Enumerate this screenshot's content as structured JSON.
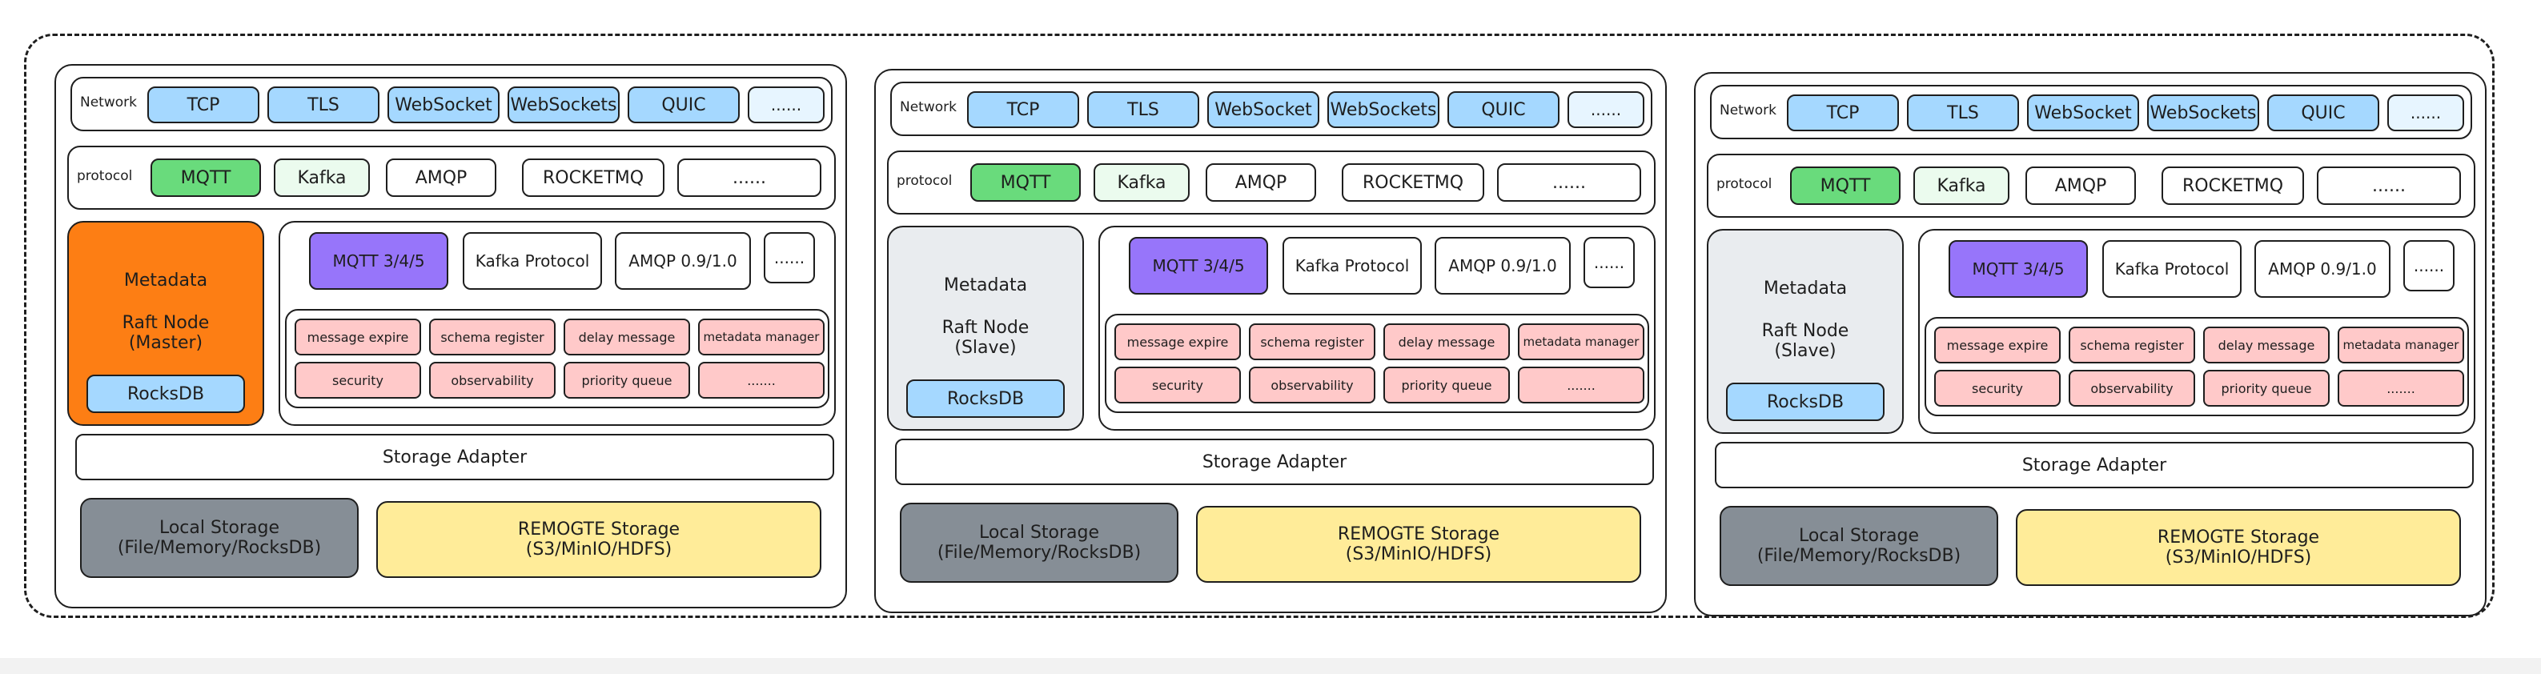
{
  "network": {
    "label": "Network",
    "items": [
      "TCP",
      "TLS",
      "WebSocket",
      "WebSockets",
      "QUIC",
      "......"
    ]
  },
  "protocol": {
    "label": "protocol",
    "items": [
      "MQTT",
      "Kafka",
      "AMQP",
      "ROCKETMQ",
      "......"
    ]
  },
  "impls": [
    "MQTT 3/4/5",
    "Kafka  Protocol",
    "AMQP 0.9/1.0",
    "......"
  ],
  "features": [
    "message expire",
    "schema register",
    "delay message",
    "metadata manager",
    "security",
    "observability",
    "priority queue",
    "......."
  ],
  "metadata": {
    "title": "Metadata",
    "raft": "Raft Node",
    "roles": [
      "(Master)",
      "(Slave)",
      "(Slave)"
    ],
    "store": "RocksDB"
  },
  "storage_adapter": "Storage Adapter",
  "local_storage": {
    "line1": "Local Storage",
    "line2": "(File/Memory/RocksDB)"
  },
  "remote_storage": {
    "line1": "REMOGTE Storage",
    "line2": "(S3/MinIO/HDFS)"
  },
  "colors": {
    "blue": "#a5d8ff",
    "light_blue": "#e7f5ff",
    "green": "#69db7c",
    "light_green": "#ebfbee",
    "purple": "#9775fa",
    "pink": "#ffc9c9",
    "orange": "#fd7e14",
    "light_grey": "#e9ecef",
    "dark_grey": "#868e96",
    "yellow": "#ffec99"
  }
}
